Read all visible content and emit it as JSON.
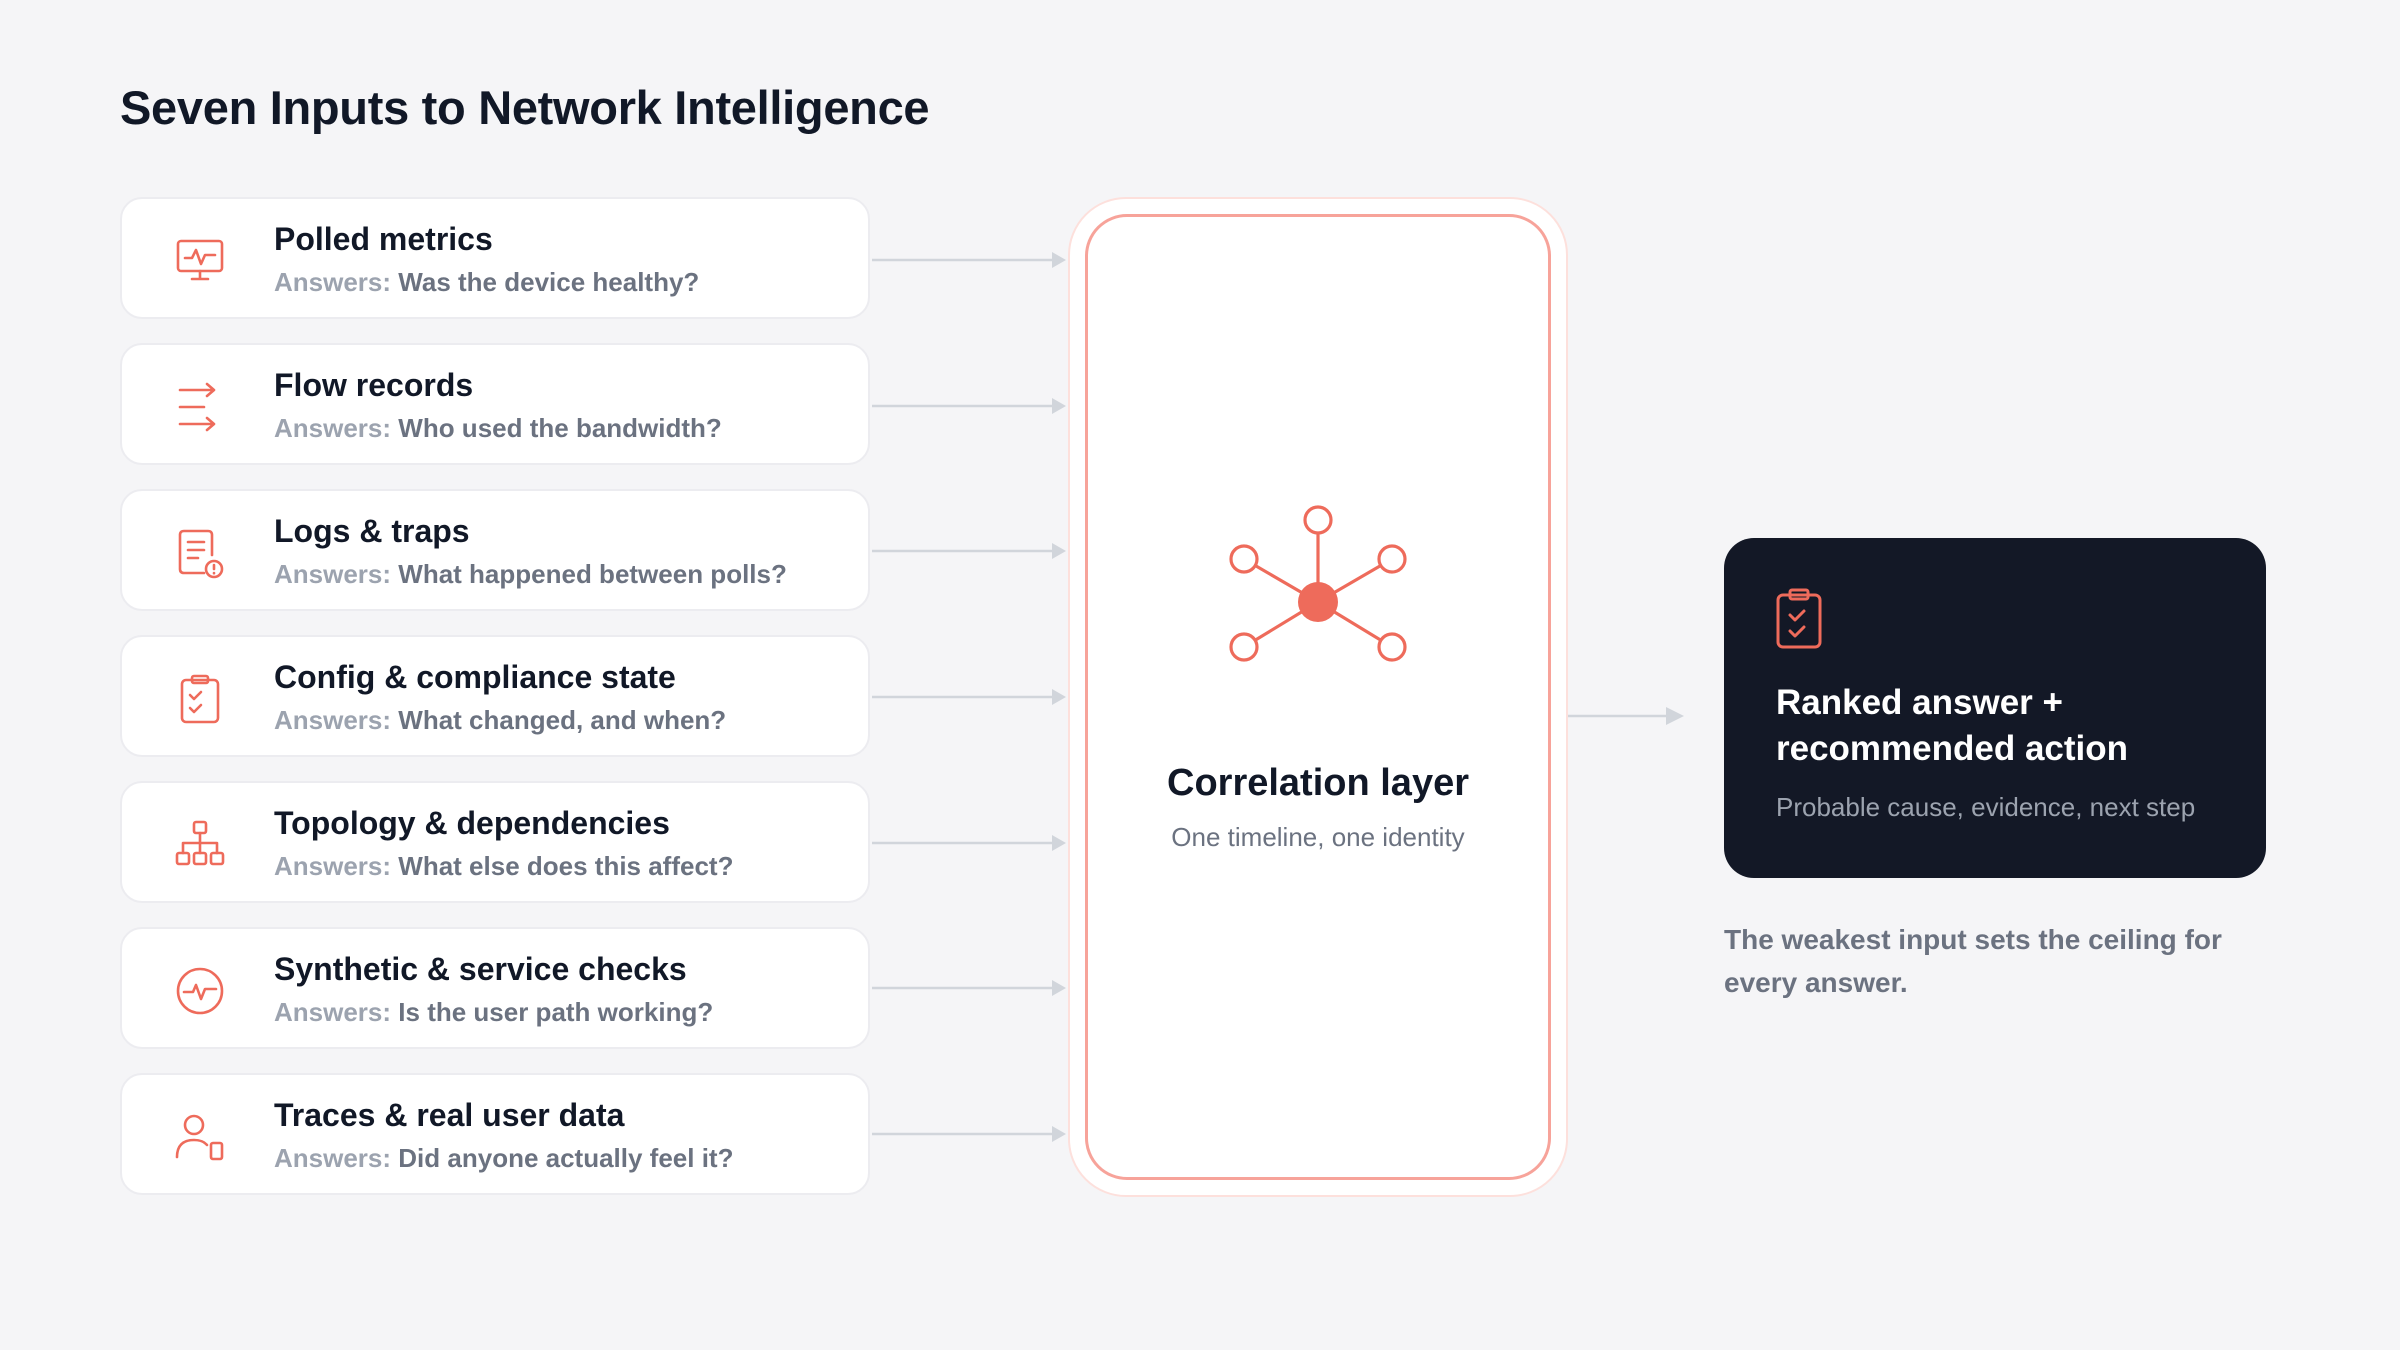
{
  "title": "Seven Inputs to Network Intelligence",
  "answer_prefix": "Answers:",
  "inputs": [
    {
      "label": "Polled metrics",
      "answer": "Was the device healthy?",
      "icon": "monitor-pulse-icon"
    },
    {
      "label": "Flow records",
      "answer": "Who used the bandwidth?",
      "icon": "flow-arrows-icon"
    },
    {
      "label": "Logs & traps",
      "answer": "What happened between polls?",
      "icon": "log-alert-icon"
    },
    {
      "label": "Config & compliance state",
      "answer": "What changed, and when?",
      "icon": "clipboard-check-icon"
    },
    {
      "label": "Topology & dependencies",
      "answer": "What else does this affect?",
      "icon": "hierarchy-icon"
    },
    {
      "label": "Synthetic & service checks",
      "answer": "Is the user path working?",
      "icon": "pulse-circle-icon"
    },
    {
      "label": "Traces & real user data",
      "answer": "Did anyone actually feel it?",
      "icon": "user-device-icon"
    }
  ],
  "correlation": {
    "title": "Correlation layer",
    "subtitle": "One timeline, one identity",
    "icon": "network-hub-icon"
  },
  "result": {
    "heading": "Ranked answer + recommended action",
    "subtitle": "Probable cause, evidence, next step",
    "icon": "clipboard-check-icon"
  },
  "note": "The weakest input sets the ceiling for every answer.",
  "colors": {
    "accent": "#ee6b5b",
    "dark_card": "#131826",
    "background": "#f5f5f7",
    "arrow": "#d1d5db"
  }
}
